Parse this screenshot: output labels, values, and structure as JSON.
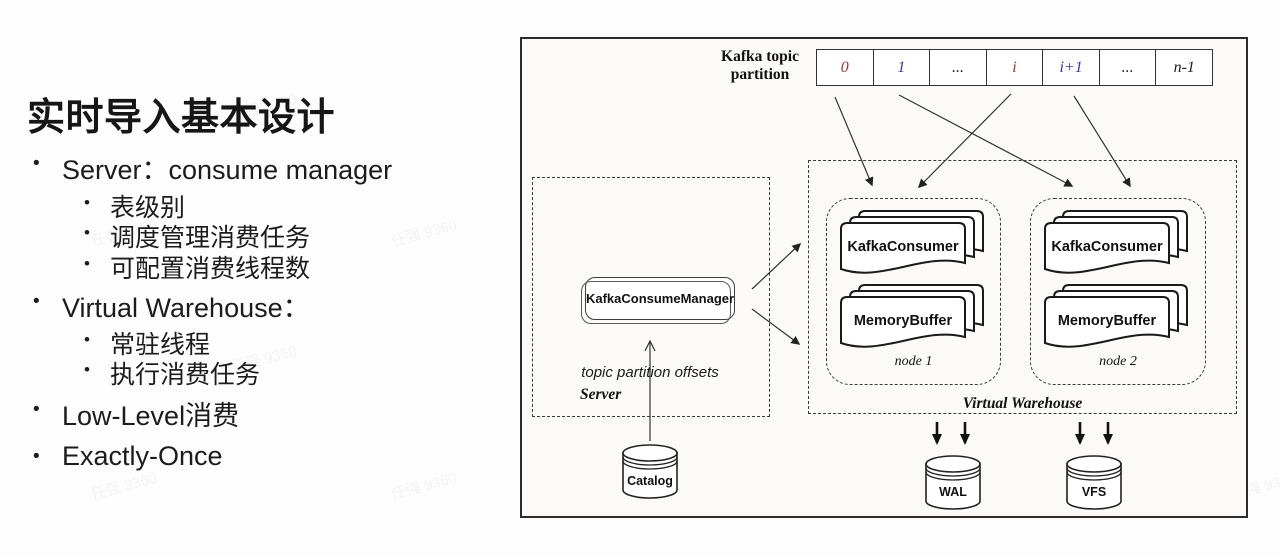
{
  "slide": {
    "title": "实时导入基本设计",
    "bullets": [
      {
        "label": "Server：consume manager",
        "children": [
          "表级别",
          "调度管理消费任务",
          "可配置消费线程数"
        ]
      },
      {
        "label": "Virtual Warehouse：",
        "children": [
          "常驻线程",
          "执行消费任务"
        ]
      },
      {
        "label": "Low-Level消费",
        "children": []
      },
      {
        "label": "Exactly-Once",
        "children": []
      }
    ]
  },
  "diagram": {
    "kafka_topic_label": {
      "line1": "Kafka topic",
      "line2": "partition"
    },
    "partitions": [
      {
        "text": "0",
        "color": "#a23535"
      },
      {
        "text": "1",
        "color": "#3636b2"
      },
      {
        "text": "...",
        "color": "#1f1f1f"
      },
      {
        "text": "i",
        "color": "#a23535"
      },
      {
        "text": "i+1",
        "color": "#3636b2"
      },
      {
        "text": "...",
        "color": "#1f1f1f"
      },
      {
        "text": "n-1",
        "color": "#1f1f1f"
      }
    ],
    "server": {
      "box_label": "Server",
      "manager_label": "KafkaConsumeManager",
      "offsets_label": "topic partition offsets"
    },
    "virtual_warehouse": {
      "label": "Virtual Warehouse",
      "nodes": [
        {
          "name": "node 1",
          "consumer_label": "KafkaConsumer",
          "buffer_label": "MemoryBuffer"
        },
        {
          "name": "node 2",
          "consumer_label": "KafkaConsumer",
          "buffer_label": "MemoryBuffer"
        }
      ]
    },
    "storage": {
      "catalog": "Catalog",
      "wal": "WAL",
      "vfs": "VFS"
    }
  },
  "watermark": {
    "text": "任强 9360"
  }
}
